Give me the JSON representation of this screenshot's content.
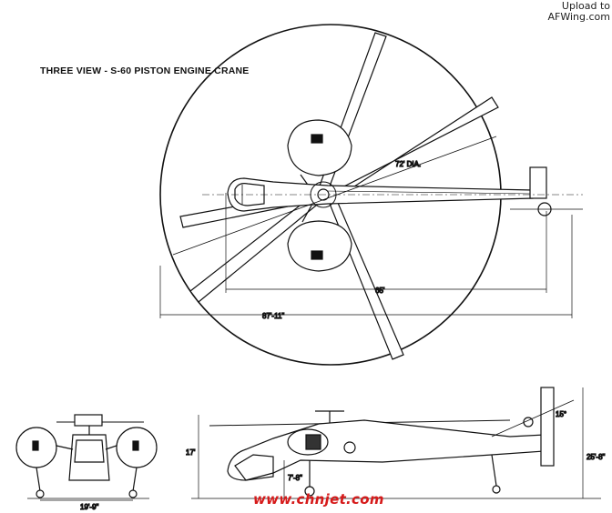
{
  "title": "THREE VIEW - S-60 PISTON ENGINE CRANE",
  "upload": {
    "line1": "Upload to",
    "line2": "AFWing.com"
  },
  "watermark": "www.chnjet.com",
  "dimensions": {
    "rotor_diameter": "72' DIA.",
    "length_65": "65'",
    "overall_length": "87'-11\"",
    "front_width": "19'-9\"",
    "height_17": "17'",
    "height_25": "25'-8\"",
    "gear_height": "7'-8\"",
    "tail_angle": "15°"
  }
}
